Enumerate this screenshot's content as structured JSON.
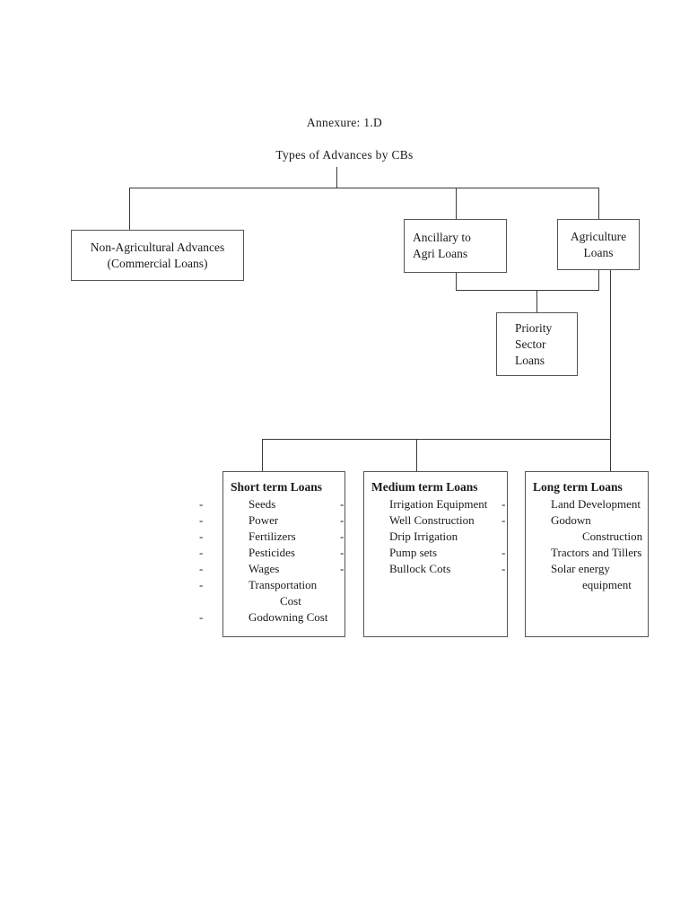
{
  "document": {
    "annexure_label": "Annexure: 1.D",
    "diagram_title": "Types of Advances by CBs"
  },
  "nodes": {
    "non_agri": {
      "label": "Non-Agricultural  Advances\n(Commercial Loans)"
    },
    "ancillary": {
      "label": "Ancillary to\nAgri Loans"
    },
    "agriculture": {
      "label": "Agriculture\nLoans"
    },
    "priority": {
      "label": "Priority\nSector\nLoans"
    }
  },
  "leaves": [
    {
      "title": "Short term Loans",
      "bullet": "-",
      "items": [
        "Seeds",
        "Power",
        "Fertilizers",
        "Pesticides",
        "Wages",
        "Transportation Cost",
        "Godowning Cost"
      ]
    },
    {
      "title": "Medium term Loans",
      "bullet": "-",
      "items": [
        "Irrigation Equipment",
        "Well Construction",
        "Drip Irrigation",
        "Pump sets",
        "Bullock Cots"
      ]
    },
    {
      "title": "Long term Loans",
      "bullet": "-",
      "items": [
        "Land Development",
        "Godown Construction",
        "Tractors and Tillers",
        "Solar energy equipment"
      ]
    }
  ],
  "style": {
    "line_color": "#3a3a3a",
    "box_border_color": "#555555",
    "text_color": "#1a1a1a",
    "background": "#ffffff"
  }
}
